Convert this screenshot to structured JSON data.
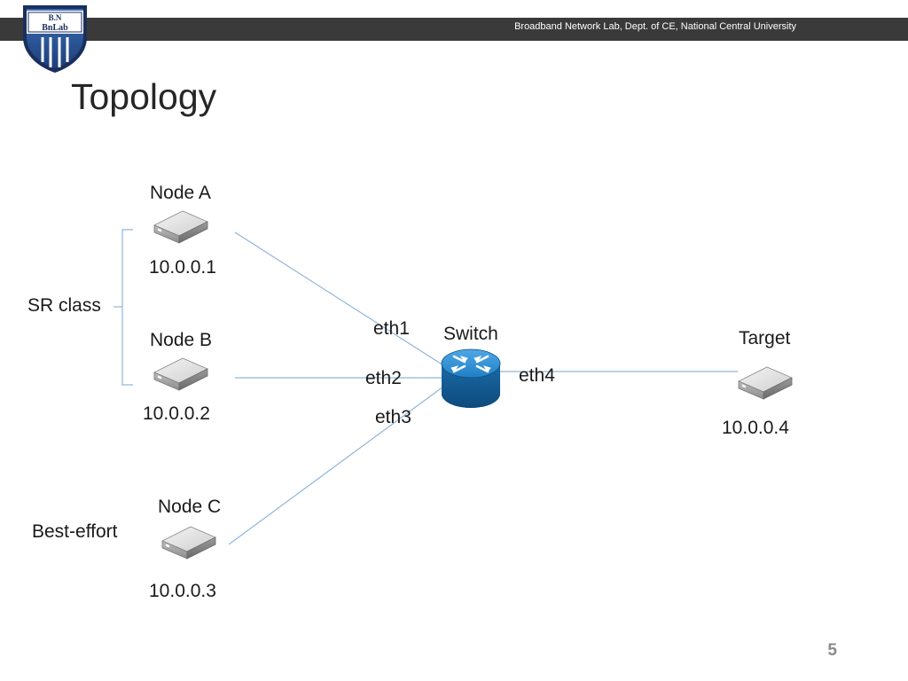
{
  "header": {
    "affiliation": "Broadband Network Lab, Dept. of CE, National Central University"
  },
  "logo": {
    "top_text": "B.N",
    "bottom_text": "BnLab"
  },
  "slide": {
    "title": "Topology",
    "page_number": "5"
  },
  "groups": {
    "sr_class": "SR class",
    "best_effort": "Best-effort"
  },
  "nodes": {
    "a": {
      "name": "Node A",
      "ip": "10.0.0.1"
    },
    "b": {
      "name": "Node B",
      "ip": "10.0.0.2"
    },
    "c": {
      "name": "Node C",
      "ip": "10.0.0.3"
    },
    "target": {
      "name": "Target",
      "ip": "10.0.0.4"
    },
    "switch": {
      "name": "Switch"
    }
  },
  "ports": {
    "eth1": "eth1",
    "eth2": "eth2",
    "eth3": "eth3",
    "eth4": "eth4"
  },
  "colors": {
    "header_bar": "#3a3a3a",
    "link_line": "#8fb6d8",
    "switch_blue": "#1f7fc4",
    "bracket": "#8fb6d8"
  }
}
